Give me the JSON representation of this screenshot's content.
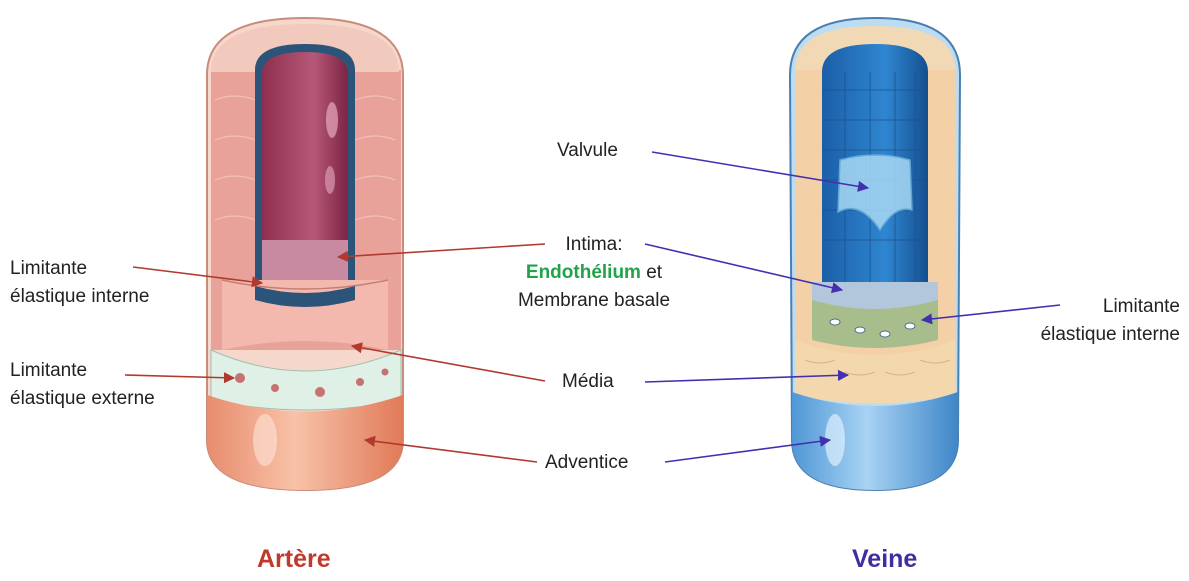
{
  "colors": {
    "artery_title": "#c0392b",
    "vein_title": "#3d2fa0",
    "artery_arrow": "#b03a2e",
    "vein_arrow": "#4330b0",
    "endothelium_text": "#22a34a"
  },
  "labels": {
    "artery_lei_line1": "Limitante",
    "artery_lei_line2": "élastique interne",
    "artery_lee_line1": "Limitante",
    "artery_lee_line2": "élastique externe",
    "valvule": "Valvule",
    "intima": "Intima:",
    "endothelium": "Endothélium",
    "et": "et",
    "membrane": "Membrane basale",
    "media": "Média",
    "adventice": "Adventice",
    "vein_lei_line1": "Limitante",
    "vein_lei_line2": "élastique interne"
  },
  "titles": {
    "artery": "Artère",
    "vein": "Veine"
  }
}
